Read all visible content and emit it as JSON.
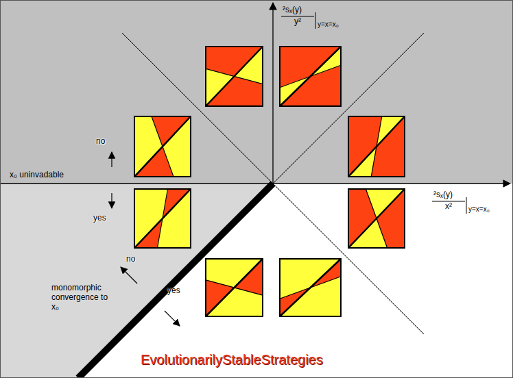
{
  "diagram": {
    "title": "EvolutionarilyStableStrategies",
    "labels": [
      "²sₓ(y)",
      "y²",
      "y=x=x₀",
      "²sₓ(y)",
      "x²",
      "y=x=x₀",
      "x₀ uninvadable",
      "no",
      "yes",
      "no",
      "yes",
      "monomorphic convergence to x₀"
    ]
  }
}
